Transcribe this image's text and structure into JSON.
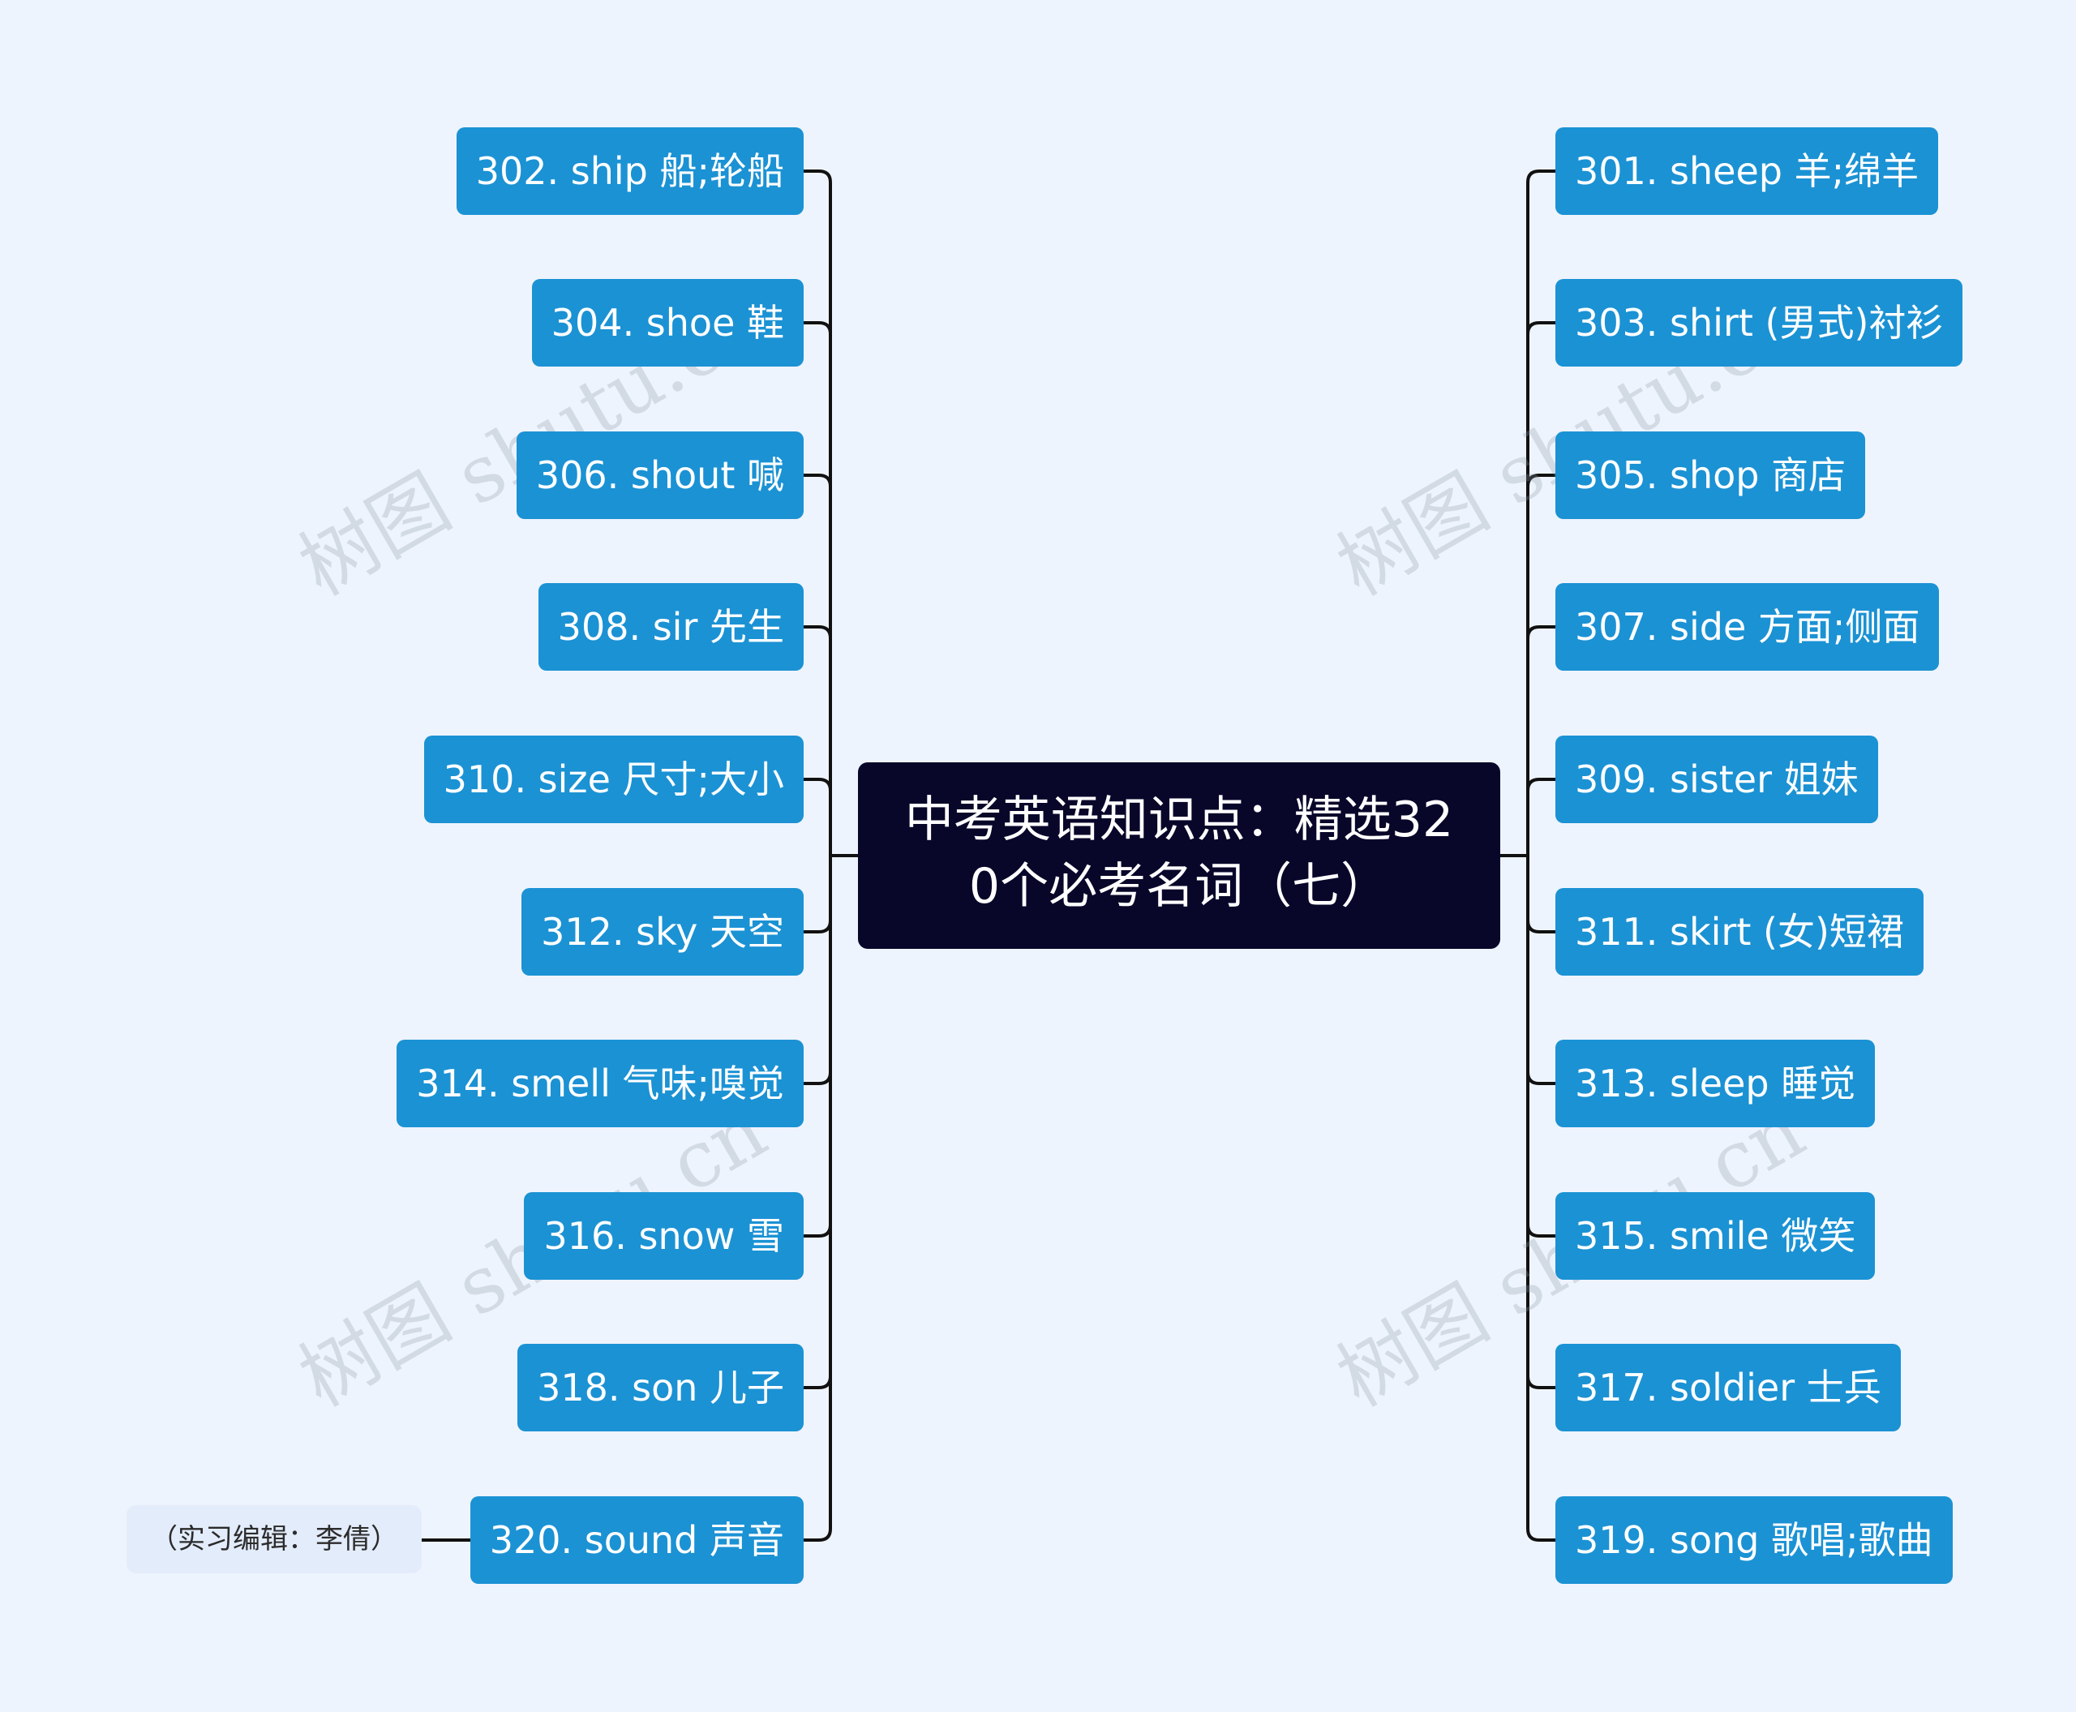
{
  "root": {
    "line1": "中考英语知识点：精选32",
    "line2": "0个必考名词（七）"
  },
  "left_nodes": [
    "302. ship 船;轮船",
    "304. shoe 鞋",
    "306. shout 喊",
    "308. sir 先生",
    "310. size 尺寸;大小",
    "312. sky 天空",
    "314. smell 气味;嗅觉",
    "316. snow 雪",
    "318. son 儿子",
    "320. sound 声音"
  ],
  "right_nodes": [
    "301. sheep 羊;绵羊",
    "303. shirt (男式)衬衫",
    "305. shop 商店",
    "307. side 方面;侧面",
    "309. sister 姐妹",
    "311. skirt (女)短裙",
    "313. sleep 睡觉",
    "315. smile 微笑",
    "317. soldier 士兵",
    "319. song 歌唱;歌曲"
  ],
  "note": "（实习编辑：李倩）",
  "watermark": "树图 shutu.cn",
  "colors": {
    "background": "#eef4fd",
    "node_fill": "#1b92d4",
    "root_fill": "#08072a",
    "connector": "#111111",
    "note_fill": "#e3ecfb"
  }
}
